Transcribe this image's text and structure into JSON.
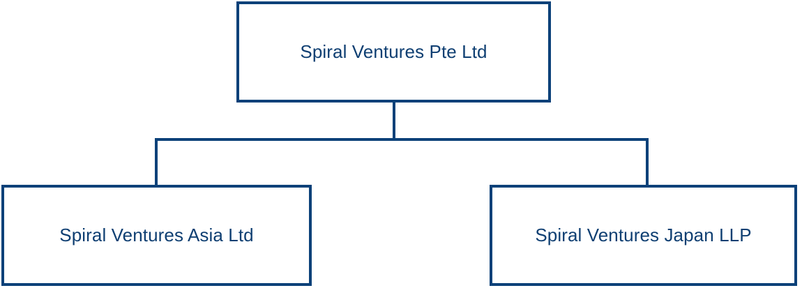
{
  "diagram": {
    "type": "organization-chart",
    "orientation": "top-down",
    "colors": {
      "border": "#0b4179",
      "connector": "#0b4179",
      "text": "#0f3f72",
      "background": "#ffffff"
    },
    "root": {
      "label": "Spiral Ventures Pte Ltd"
    },
    "children": [
      {
        "label": "Spiral Ventures Asia Ltd"
      },
      {
        "label": "Spiral Ventures Japan LLP"
      }
    ]
  }
}
